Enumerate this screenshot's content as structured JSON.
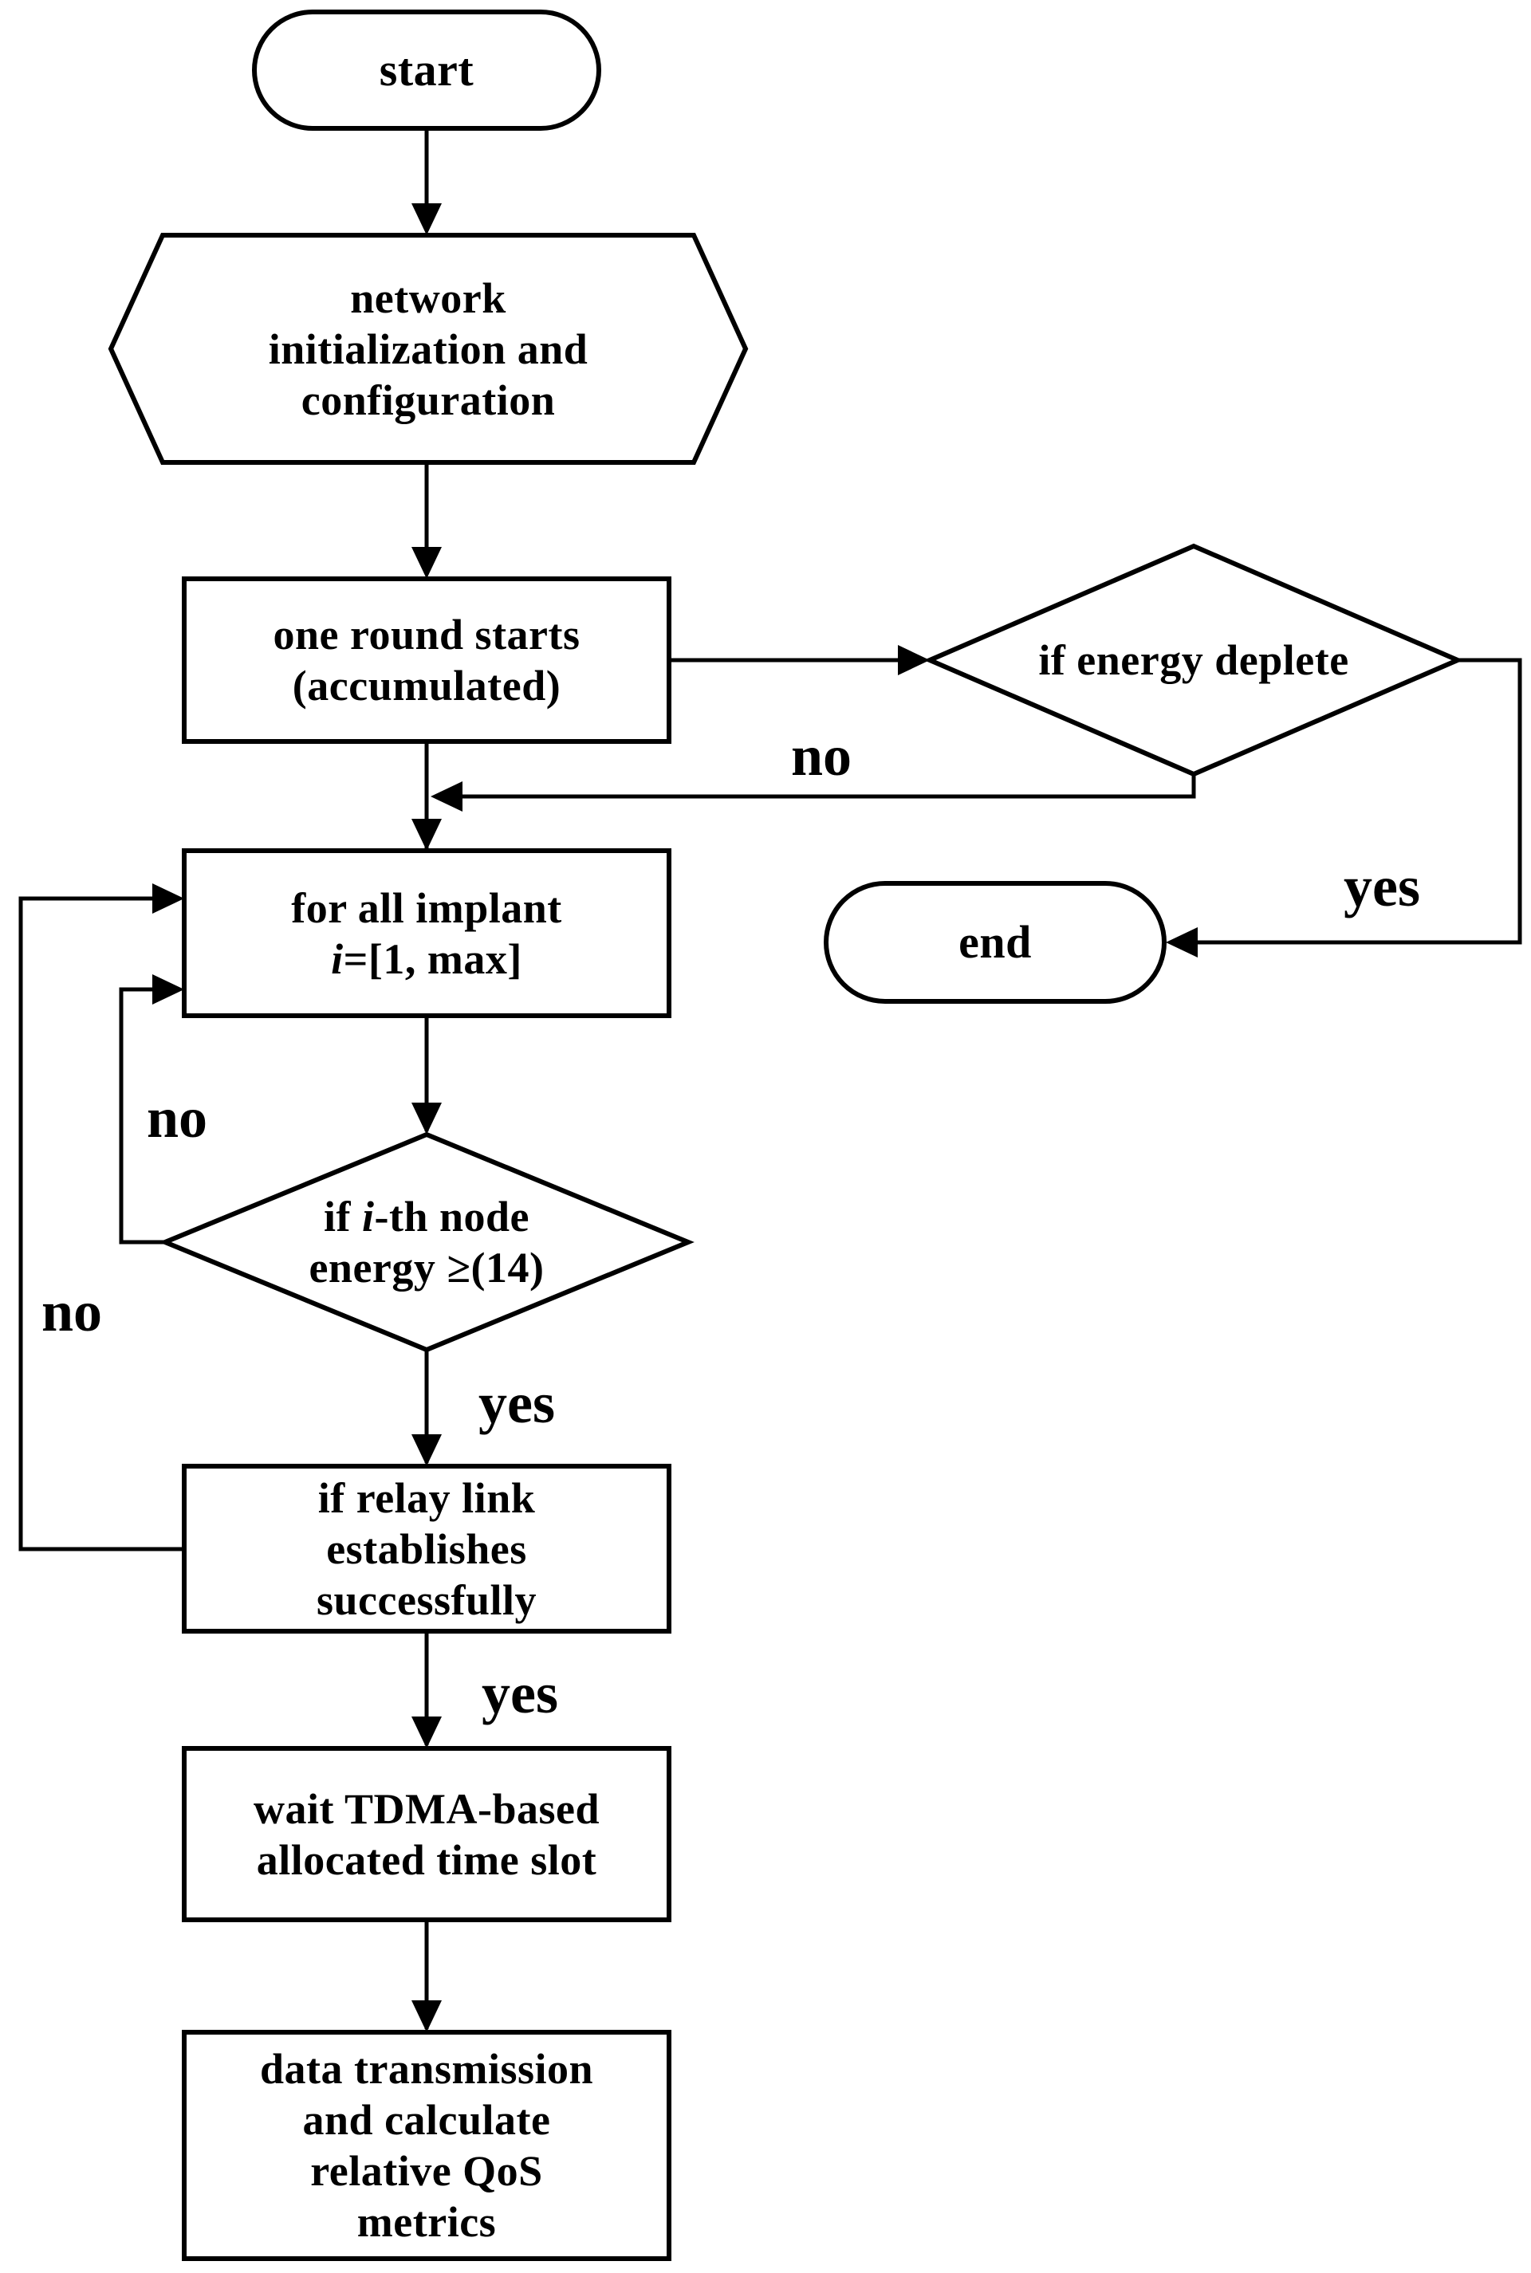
{
  "figure": {
    "type": "flowchart",
    "colors": {
      "background": "#ffffff",
      "line": "#000000",
      "shape_fill": "#ffffff",
      "text": "#000000"
    }
  },
  "nodes": {
    "start": {
      "type": "terminator",
      "label": "start"
    },
    "network_init": {
      "type": "preparation",
      "lines": [
        "network",
        "initialization and",
        "configuration"
      ]
    },
    "one_round": {
      "type": "process",
      "lines": [
        "one round starts",
        "(accumulated)"
      ]
    },
    "energy_deplete": {
      "type": "decision",
      "label": "if energy deplete"
    },
    "end": {
      "type": "terminator",
      "label": "end"
    },
    "for_all_implant": {
      "type": "process",
      "line1": "for all implant",
      "line2": {
        "pre": "",
        "italic": "i",
        "post": "=[1, max]"
      }
    },
    "node_energy": {
      "type": "decision",
      "line1": {
        "pre": "if ",
        "italic": "i",
        "post": "-th node"
      },
      "line2": "energy ≥(14)"
    },
    "relay_link": {
      "type": "process",
      "lines": [
        "if relay link",
        "establishes",
        "successfully"
      ]
    },
    "wait_tdma": {
      "type": "process",
      "lines": [
        "wait TDMA-based",
        "allocated time slot"
      ]
    },
    "data_transmission": {
      "type": "process",
      "lines": [
        "data transmission",
        "and calculate",
        "relative QoS",
        "metrics"
      ]
    }
  },
  "edge_labels": {
    "energy_deplete_no": "no",
    "energy_deplete_yes": "yes",
    "node_energy_no": "no",
    "node_energy_yes": "yes",
    "relay_no": "no",
    "relay_yes": "yes"
  }
}
